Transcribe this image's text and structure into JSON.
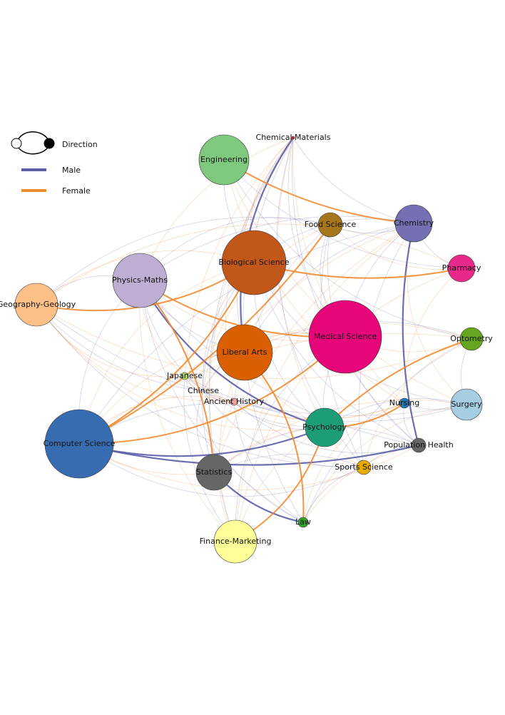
{
  "legend": {
    "direction_label": "Direction",
    "male_label": "Male",
    "female_label": "Female"
  },
  "colors": {
    "male": "#5b5ea6",
    "female": "#f28a2e",
    "node_stroke": "#333333"
  },
  "nodes": [
    {
      "id": "chemical",
      "label": "Chemical Materials",
      "color": "#d62728"
    },
    {
      "id": "engineering",
      "label": "Engineering",
      "color": "#7fc97f"
    },
    {
      "id": "foodsci",
      "label": "Food Science",
      "color": "#a6761d"
    },
    {
      "id": "chemistry",
      "label": "Chemistry",
      "color": "#7570b3"
    },
    {
      "id": "pharmacy",
      "label": "Pharmacy",
      "color": "#e7298a"
    },
    {
      "id": "biosci",
      "label": "Biological Science",
      "color": "#c2571a"
    },
    {
      "id": "physmath",
      "label": "Physics-Maths",
      "color": "#beaed4"
    },
    {
      "id": "geo",
      "label": "Geography-Geology",
      "color": "#fdc086"
    },
    {
      "id": "medsci",
      "label": "Medical Science",
      "color": "#e7057a"
    },
    {
      "id": "optometry",
      "label": "Optometry",
      "color": "#66a61e"
    },
    {
      "id": "liberal",
      "label": "Liberal Arts",
      "color": "#d95f02"
    },
    {
      "id": "japanese",
      "label": "Japanese",
      "color": "#b3de69"
    },
    {
      "id": "chinese",
      "label": "Chinese",
      "color": "#ffffff"
    },
    {
      "id": "ancient",
      "label": "Ancient History",
      "color": "#f4a0a0"
    },
    {
      "id": "nursing",
      "label": "Nursing",
      "color": "#1f78b4"
    },
    {
      "id": "surgery",
      "label": "Surgery",
      "color": "#a6cee3"
    },
    {
      "id": "psych",
      "label": "Psychology",
      "color": "#1b9e77"
    },
    {
      "id": "cs",
      "label": "Computer Science",
      "color": "#386cb0"
    },
    {
      "id": "pophealth",
      "label": "Population Health",
      "color": "#666666"
    },
    {
      "id": "sports",
      "label": "Sports Science",
      "color": "#e6ab02"
    },
    {
      "id": "stats",
      "label": "Statistics",
      "color": "#666666"
    },
    {
      "id": "law",
      "label": "Law",
      "color": "#33a02c"
    },
    {
      "id": "finance",
      "label": "Finance-Marketing",
      "color": "#ffff99"
    }
  ],
  "strong_edges": [
    {
      "from": "cs",
      "to": "pophealth",
      "group": "male"
    },
    {
      "from": "cs",
      "to": "psych",
      "group": "male"
    },
    {
      "from": "physmath",
      "to": "psych",
      "group": "male"
    },
    {
      "from": "chemistry",
      "to": "pophealth",
      "group": "male"
    },
    {
      "from": "stats",
      "to": "law",
      "group": "male"
    },
    {
      "from": "chemical",
      "to": "liberal",
      "group": "male"
    },
    {
      "from": "engineering",
      "to": "chemistry",
      "group": "female"
    },
    {
      "from": "cs",
      "to": "biosci",
      "group": "female"
    },
    {
      "from": "cs",
      "to": "medsci",
      "group": "female"
    },
    {
      "from": "cs",
      "to": "foodsci",
      "group": "female"
    },
    {
      "from": "stats",
      "to": "physmath",
      "group": "female"
    },
    {
      "from": "finance",
      "to": "psych",
      "group": "female"
    },
    {
      "from": "biosci",
      "to": "pharmacy",
      "group": "female"
    },
    {
      "from": "psych",
      "to": "nursing",
      "group": "female"
    },
    {
      "from": "law",
      "to": "liberal",
      "group": "female"
    },
    {
      "from": "optometry",
      "to": "psych",
      "group": "female"
    },
    {
      "from": "physmath",
      "to": "medsci",
      "group": "female"
    },
    {
      "from": "geo",
      "to": "biosci",
      "group": "female"
    }
  ]
}
